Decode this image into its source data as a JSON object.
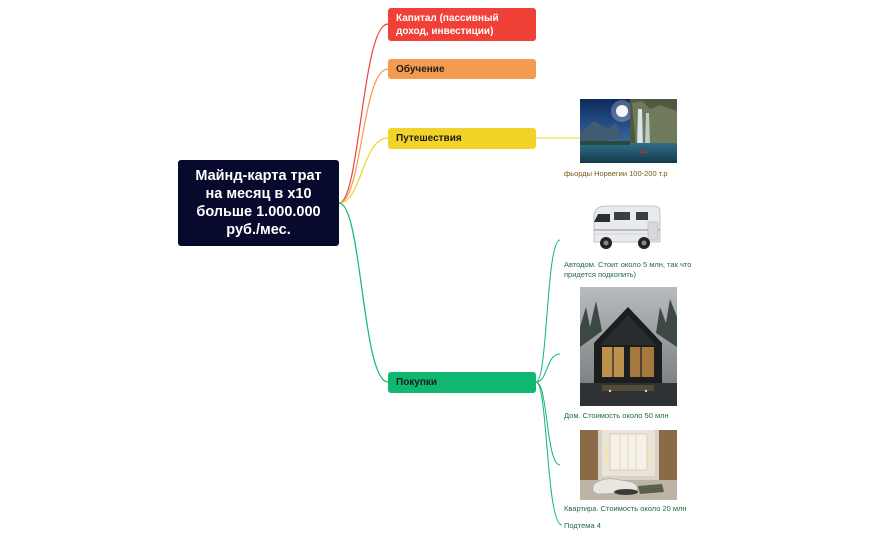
{
  "root": {
    "title": "Майнд-карта трат\nна месяц в х10\nбольше 1.000.000\nруб./мес."
  },
  "branches": [
    {
      "label": "Капитал (пассивный доход, инвестиции)",
      "color": "#ef4138"
    },
    {
      "label": "Обучение",
      "color": "#f59b4f"
    },
    {
      "label": "Путешествия",
      "color": "#f2d327"
    },
    {
      "label": "Покупки",
      "color": "#0fb770"
    }
  ],
  "travel": {
    "items": [
      {
        "image": "fjord-waterfall-photo",
        "caption": "фьорды Норвегии 100-200 т.р"
      }
    ]
  },
  "purchases": {
    "items": [
      {
        "image": "motorhome-photo",
        "caption": "Автодом. Стоит около 5 млн, так что\nпридется подкопить)"
      },
      {
        "image": "dark-house-photo",
        "caption": "Дом. Стоимость около 50 млн"
      },
      {
        "image": "apartment-interior-photo",
        "caption": "Квартира. Стоимость около 20 млн"
      },
      {
        "caption": "Подтема 4"
      }
    ]
  },
  "colors": {
    "root_bg": "#070a2c",
    "capital": "#ef4138",
    "learning": "#f59b4f",
    "travel": "#f2d327",
    "purchases": "#0fb770"
  }
}
